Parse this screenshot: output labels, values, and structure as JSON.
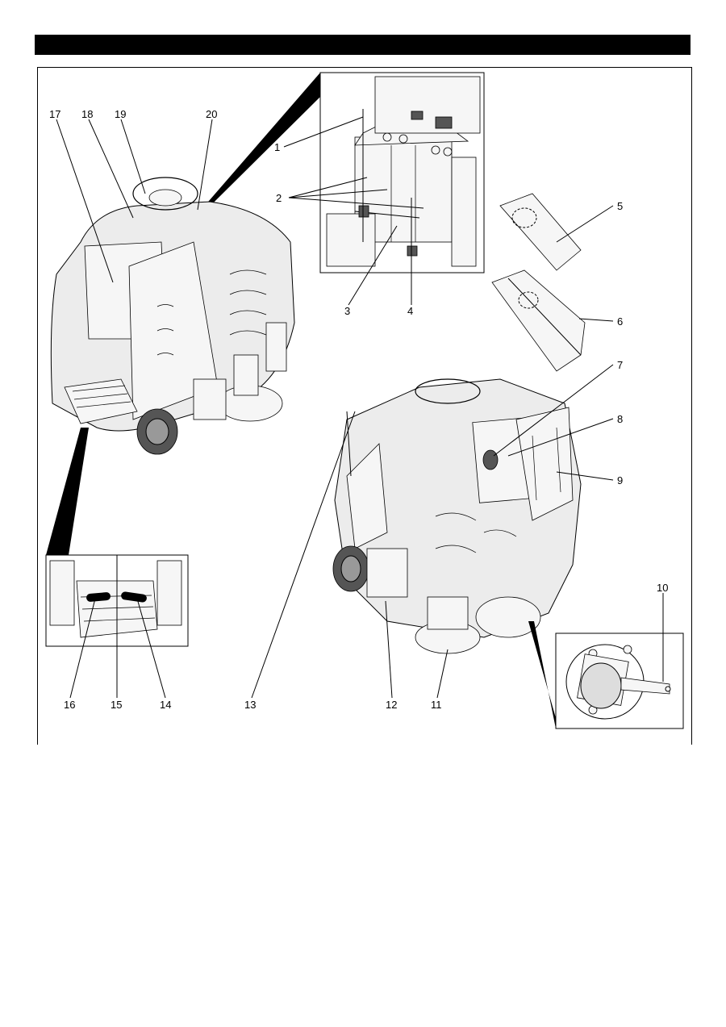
{
  "callouts": {
    "c1": "1",
    "c2": "2",
    "c3": "3",
    "c4": "4",
    "c5": "5",
    "c6": "6",
    "c7": "7",
    "c8": "8",
    "c9": "9",
    "c10": "10",
    "c11": "11",
    "c12": "12",
    "c13": "13",
    "c14": "14",
    "c15": "15",
    "c16": "16",
    "c17": "17",
    "c18": "18",
    "c19": "19",
    "c20": "20"
  },
  "colors": {
    "bar": "#000000",
    "fill": "#ececec"
  }
}
